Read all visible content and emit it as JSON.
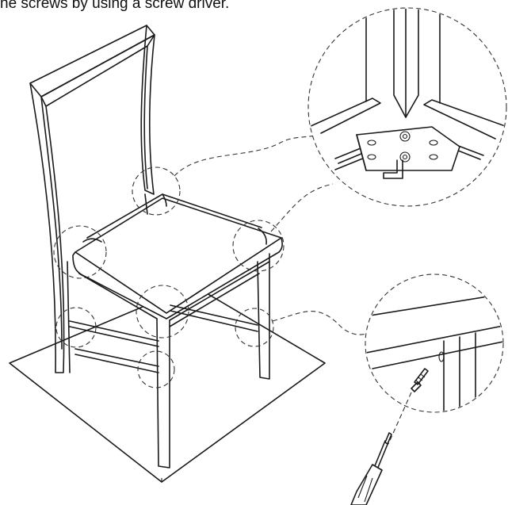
{
  "caption": "he screws by using a screw driver.",
  "diagram": {
    "subject": "chair-assembly",
    "callouts": [
      {
        "name": "corner-bracket-detail",
        "tool": "allen-key-icon"
      },
      {
        "name": "rail-screw-detail",
        "tool": "screwdriver-icon"
      }
    ]
  }
}
